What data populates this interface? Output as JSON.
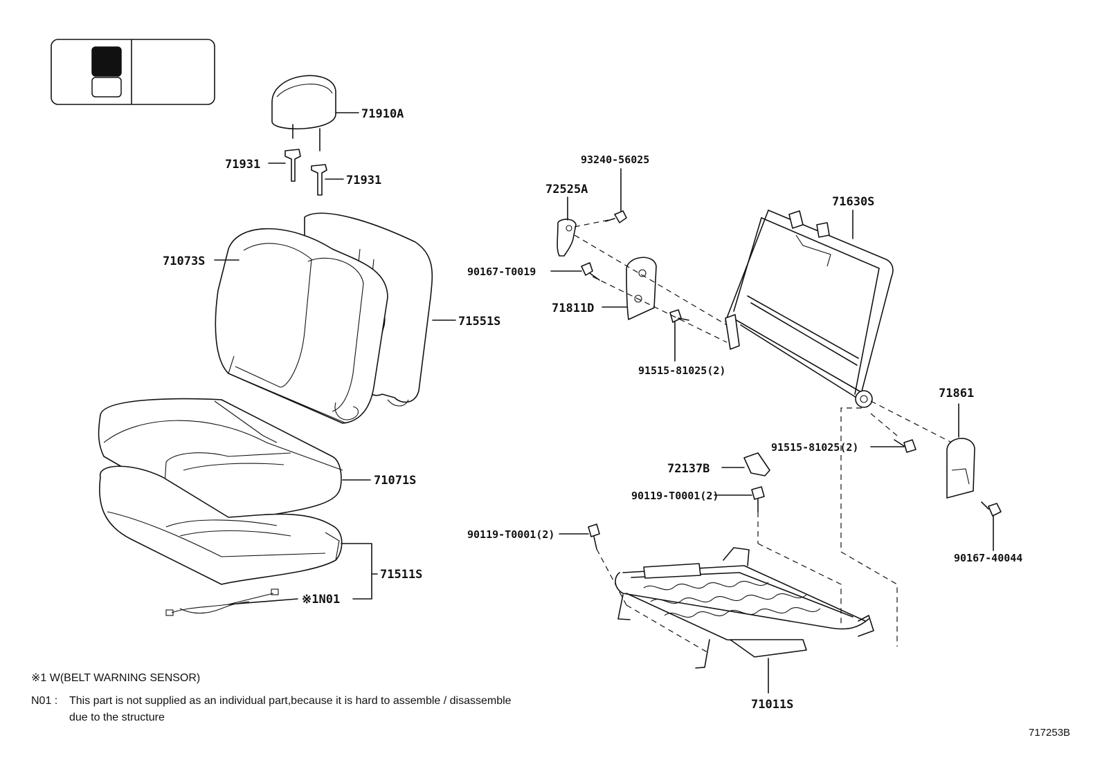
{
  "legend": {
    "colors": {
      "filled": "#111111",
      "empty": "#ffffff"
    }
  },
  "parts": {
    "headrest": "71910A",
    "headrest_support_left": "71931",
    "headrest_support_right": "71931",
    "back_cover": "71073S",
    "back_pad": "71551S",
    "cushion_cover": "71071S",
    "cushion_pad": "71511S",
    "sensor_ref": "※1N01",
    "recliner_cover": "72525A",
    "screw_top": "93240-56025",
    "screw_left": "90167-T0019",
    "hinge_cover": "71811D",
    "bolt_frame": "91515-81025(2)",
    "back_frame": "71630S",
    "side_cover": "71861",
    "bolt_side": "91515-81025(2)",
    "screw_side": "90167-40044",
    "clip": "72137B",
    "bolt_cushion_right": "90119-T0001(2)",
    "bolt_cushion_left": "90119-T0001(2)",
    "cushion_frame": "71011S"
  },
  "notes": {
    "note1": "※1 W(BELT WARNING SENSOR)",
    "note2_prefix": "N01 :",
    "note2_line1": "This part is not supplied as an individual part,because it is hard to assemble / disassemble",
    "note2_line2": "due to the structure"
  },
  "diagram_ref": "717253B"
}
